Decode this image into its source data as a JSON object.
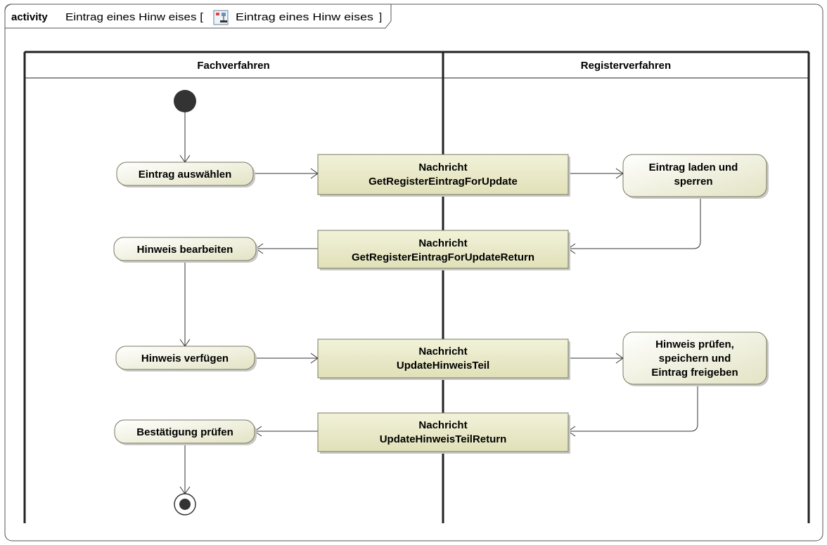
{
  "frame": {
    "keyword": "activity",
    "name": "Eintrag eines Hinw eises [",
    "ref_name": "Eintrag eines Hinw eises",
    "close_bracket": "]",
    "icon": "activity-diagram-icon"
  },
  "lanes": [
    {
      "label": "Fachverfahren"
    },
    {
      "label": "Registerverfahren"
    }
  ],
  "actions": {
    "eintrag_auswaehlen": [
      "Eintrag auswählen"
    ],
    "eintrag_laden": [
      "Eintrag laden und",
      "sperren"
    ],
    "hinweis_bearbeiten": [
      "Hinweis bearbeiten"
    ],
    "hinweis_verfuegen": [
      "Hinweis verfügen"
    ],
    "hinweis_pruefen": [
      "Hinweis prüfen,",
      "speichern und",
      "Eintrag freigeben"
    ],
    "bestaetigung_pruefen": [
      "Bestätigung prüfen"
    ]
  },
  "messages": {
    "get_register": [
      "Nachricht",
      "GetRegisterEintragForUpdate"
    ],
    "get_register_return": [
      "Nachricht",
      "GetRegisterEintragForUpdateReturn"
    ],
    "update_hinweis": [
      "Nachricht",
      "UpdateHinweisTeil"
    ],
    "update_hinweis_return": [
      "Nachricht",
      "UpdateHinweisTeilReturn"
    ]
  },
  "colors": {
    "action_fill_top": "#ffffff",
    "action_fill_bottom": "#e6e6c8",
    "object_fill_top": "#f4f4dc",
    "object_fill_bottom": "#e2e2bc",
    "stroke": "#333333"
  }
}
